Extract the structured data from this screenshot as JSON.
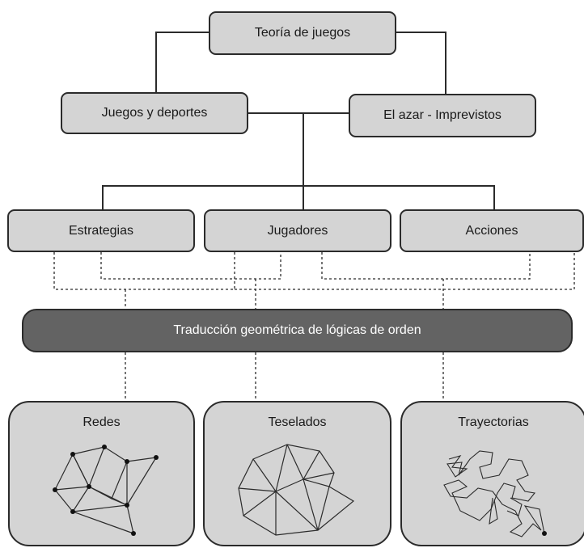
{
  "top": {
    "label": "Teoría de juegos"
  },
  "level2": [
    {
      "id": "juegos",
      "label": "Juegos y deportes"
    },
    {
      "id": "azar",
      "label": "El azar - Imprevistos"
    }
  ],
  "level3": [
    {
      "id": "estrategias",
      "label": "Estrategias"
    },
    {
      "id": "jugadores",
      "label": "Jugadores"
    },
    {
      "id": "acciones",
      "label": "Acciones"
    }
  ],
  "band": {
    "label": "Traducción geométrica  de lógicas de orden"
  },
  "panels": [
    {
      "id": "redes",
      "title": "Redes",
      "icon": "network-graph-icon"
    },
    {
      "id": "teselados",
      "title": "Teselados",
      "icon": "tessellation-icon"
    },
    {
      "id": "trayectorias",
      "title": "Trayectorias",
      "icon": "trajectory-path-icon"
    }
  ],
  "colors": {
    "box_fill": "#d4d4d4",
    "band_fill": "#636363",
    "stroke": "#2b2b2b",
    "band_text": "#ffffff"
  }
}
